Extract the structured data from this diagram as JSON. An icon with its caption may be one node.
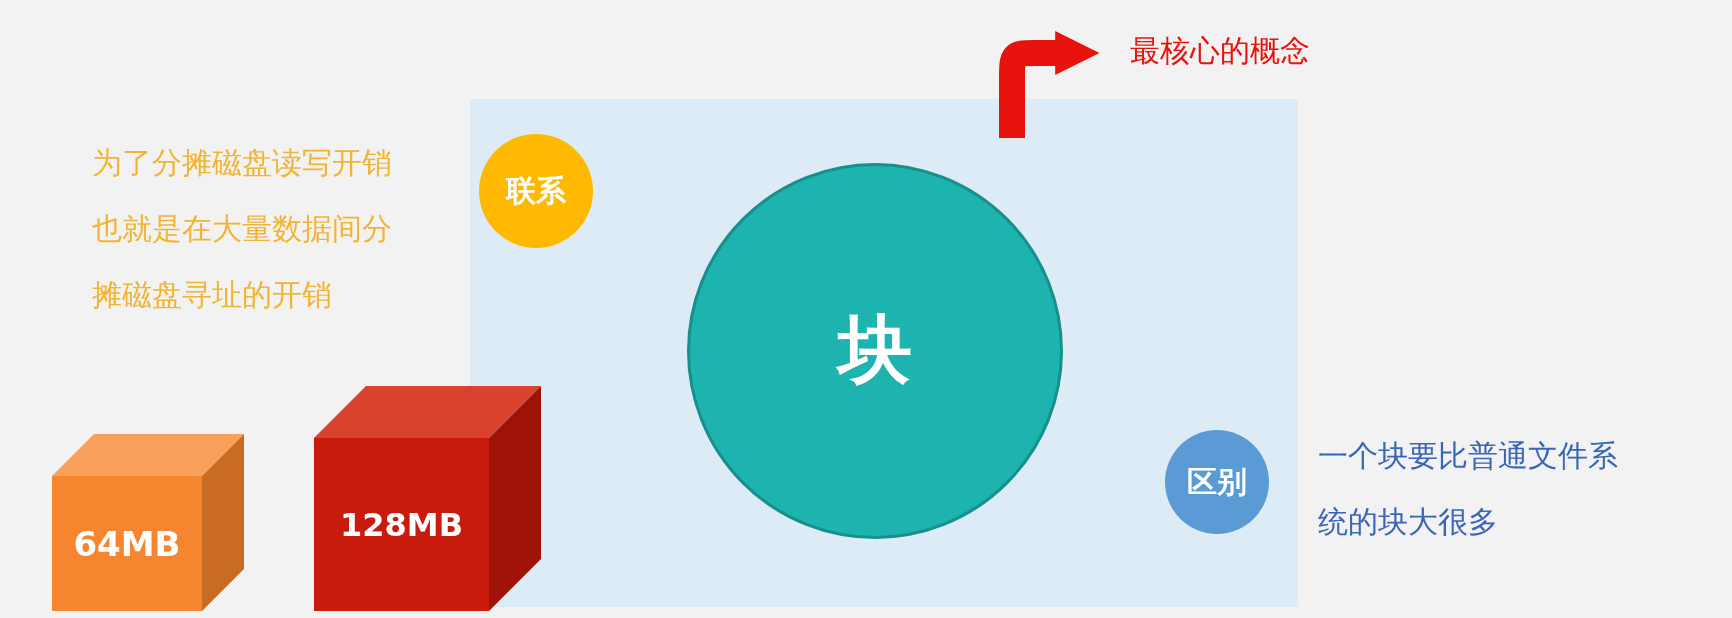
{
  "diagram": {
    "nodes": [
      {
        "text": [
          "块"
        ]
      },
      {
        "text": [
          "联系"
        ],
        "beside": [
          "为了分摊磁盘读写开销也就是在大量数据间分摊磁盘寻址的开销"
        ]
      },
      {
        "text": [
          "区别"
        ],
        "beside": [
          "一个块要比普通文件系统的块大很多"
        ]
      },
      {
        "text": [
          "64MB"
        ]
      },
      {
        "text": [
          "128MB"
        ]
      },
      {
        "text": [
          "最核心的概念"
        ]
      }
    ],
    "edges": [
      {
        "from": null,
        "to": 5,
        "arrow": "to"
      }
    ]
  }
}
